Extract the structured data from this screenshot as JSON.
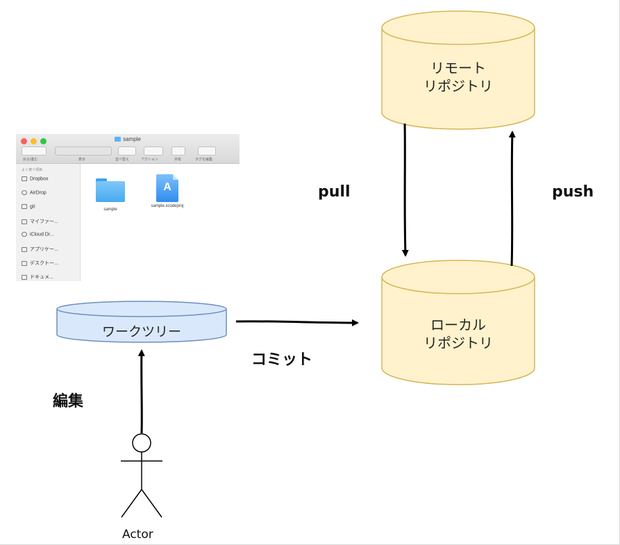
{
  "diagram": {
    "remote_repo_label": "リモート\nリポジトリ",
    "local_repo_label": "ローカル\nリポジトリ",
    "worktree_label": "ワークツリー",
    "pull_label": "pull",
    "push_label": "push",
    "commit_label": "コミット",
    "edit_label": "編集",
    "actor_label": "Actor"
  },
  "colors": {
    "repo_fill": "#fff2cc",
    "repo_stroke": "#d6b656",
    "worktree_fill": "#dae8fc",
    "worktree_stroke": "#6c8ebf",
    "arrow": "#000000"
  },
  "finder": {
    "title": "sample",
    "toolbar_captions": [
      "戻る/進む",
      "表示",
      "並べ替え",
      "アクション",
      "共有",
      "タグを編集"
    ],
    "sidebar_header": "よく使う項目",
    "sidebar_items": [
      {
        "label": "Dropbox",
        "icon": "dropbox-icon"
      },
      {
        "label": "AirDrop",
        "icon": "airdrop-icon"
      },
      {
        "label": "git",
        "icon": "folder-icon"
      },
      {
        "label": "マイファー...",
        "icon": "files-icon"
      },
      {
        "label": "iCloud Dr...",
        "icon": "cloud-icon"
      },
      {
        "label": "アプリケー...",
        "icon": "apps-icon"
      },
      {
        "label": "デスクトー...",
        "icon": "desktop-icon"
      },
      {
        "label": "ドキュメ...",
        "icon": "documents-icon"
      }
    ],
    "files": [
      {
        "name": "sample",
        "icon": "folder-icon"
      },
      {
        "name": "sample.xcodeproj",
        "icon": "xcodeproj-icon"
      }
    ]
  }
}
